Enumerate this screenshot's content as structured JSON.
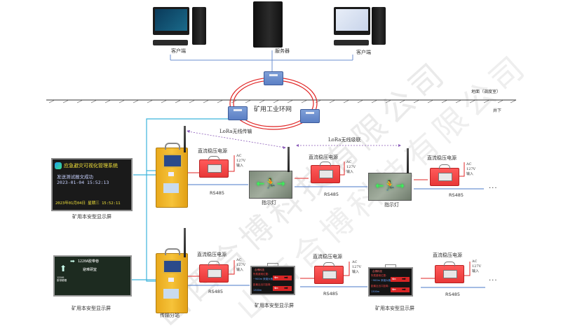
{
  "top": {
    "client_left_label": "客户端",
    "server_label": "服务器",
    "client_right_label": "客户端"
  },
  "ring": {
    "label": "矿用工业环网"
  },
  "ground": {
    "surface_label": "地面（调度室）",
    "underground_label": "井下"
  },
  "wireless": {
    "lora_transfer_label": "LoRa无线传输",
    "lora_cascade_label": "LoRa无线级联"
  },
  "row1": {
    "led_screen": {
      "title": "应急避灾可视化管理系统",
      "line1": "发送测试报文成功",
      "line2": "2023-01-04 15:52:13",
      "footer": "2023年01月04日 星期三 15:52:11",
      "caption": "矿用本安型显示屏"
    },
    "psu_units": [
      {
        "label": "直流稳压电源",
        "ac_label": "AC\n127V\n输入",
        "link_label": "RS485"
      },
      {
        "label": "直流稳压电源",
        "ac_label": "AC\n127V\n输入",
        "link_label": "RS485"
      },
      {
        "label": "直流稳压电源",
        "ac_label": "AC\n127V\n输入",
        "link_label": "RS485"
      }
    ],
    "indicators": [
      {
        "caption": "指示灯",
        "glyph": "←🏃→"
      },
      {
        "caption": "指示灯",
        "glyph": "←🏃→"
      }
    ],
    "continuation": "..."
  },
  "row2": {
    "route_screen": {
      "destination": "1220A胶带巷",
      "refuge": "避难硐室",
      "side": "1220S胶带顺槽",
      "caption": "矿用本安型显示屏"
    },
    "station_caption": "传输分站",
    "psu_units": [
      {
        "label": "直流稳压电源",
        "ac_label": "AC\n127V\n输入",
        "link_label": "RS485"
      },
      {
        "label": "直流稳压电源",
        "ac_label": "AC\n127V\n输入",
        "link_label": "RS485"
      },
      {
        "label": "直流稳压电源",
        "ac_label": "AC\n127V\n输入",
        "link_label": "RS485"
      }
    ],
    "mine_screens": [
      {
        "caption": "矿用本安型显示屏",
        "r1": "合博科技",
        "r2": "所属避难位置：",
        "r3": "~900m 采煤大巷",
        "r4": "距最近出口距离：",
        "r5": "1300m"
      },
      {
        "caption": "矿用本安型显示屏",
        "r1": "合博科技",
        "r2": "所属避难位置：",
        "r3": "~900m 采煤大巷",
        "r4": "距最近出口距离：",
        "r5": "1300m"
      }
    ],
    "continuation": "..."
  },
  "watermark": "山西合博科技有限公司",
  "colors": {
    "ring": "#e02424",
    "fiber": "#3cb4dc",
    "rs485": "#4a78c8",
    "power": "#e02424",
    "lora": "#8a5ab8",
    "psu": "#ef4444",
    "station": "#f2b62a"
  }
}
